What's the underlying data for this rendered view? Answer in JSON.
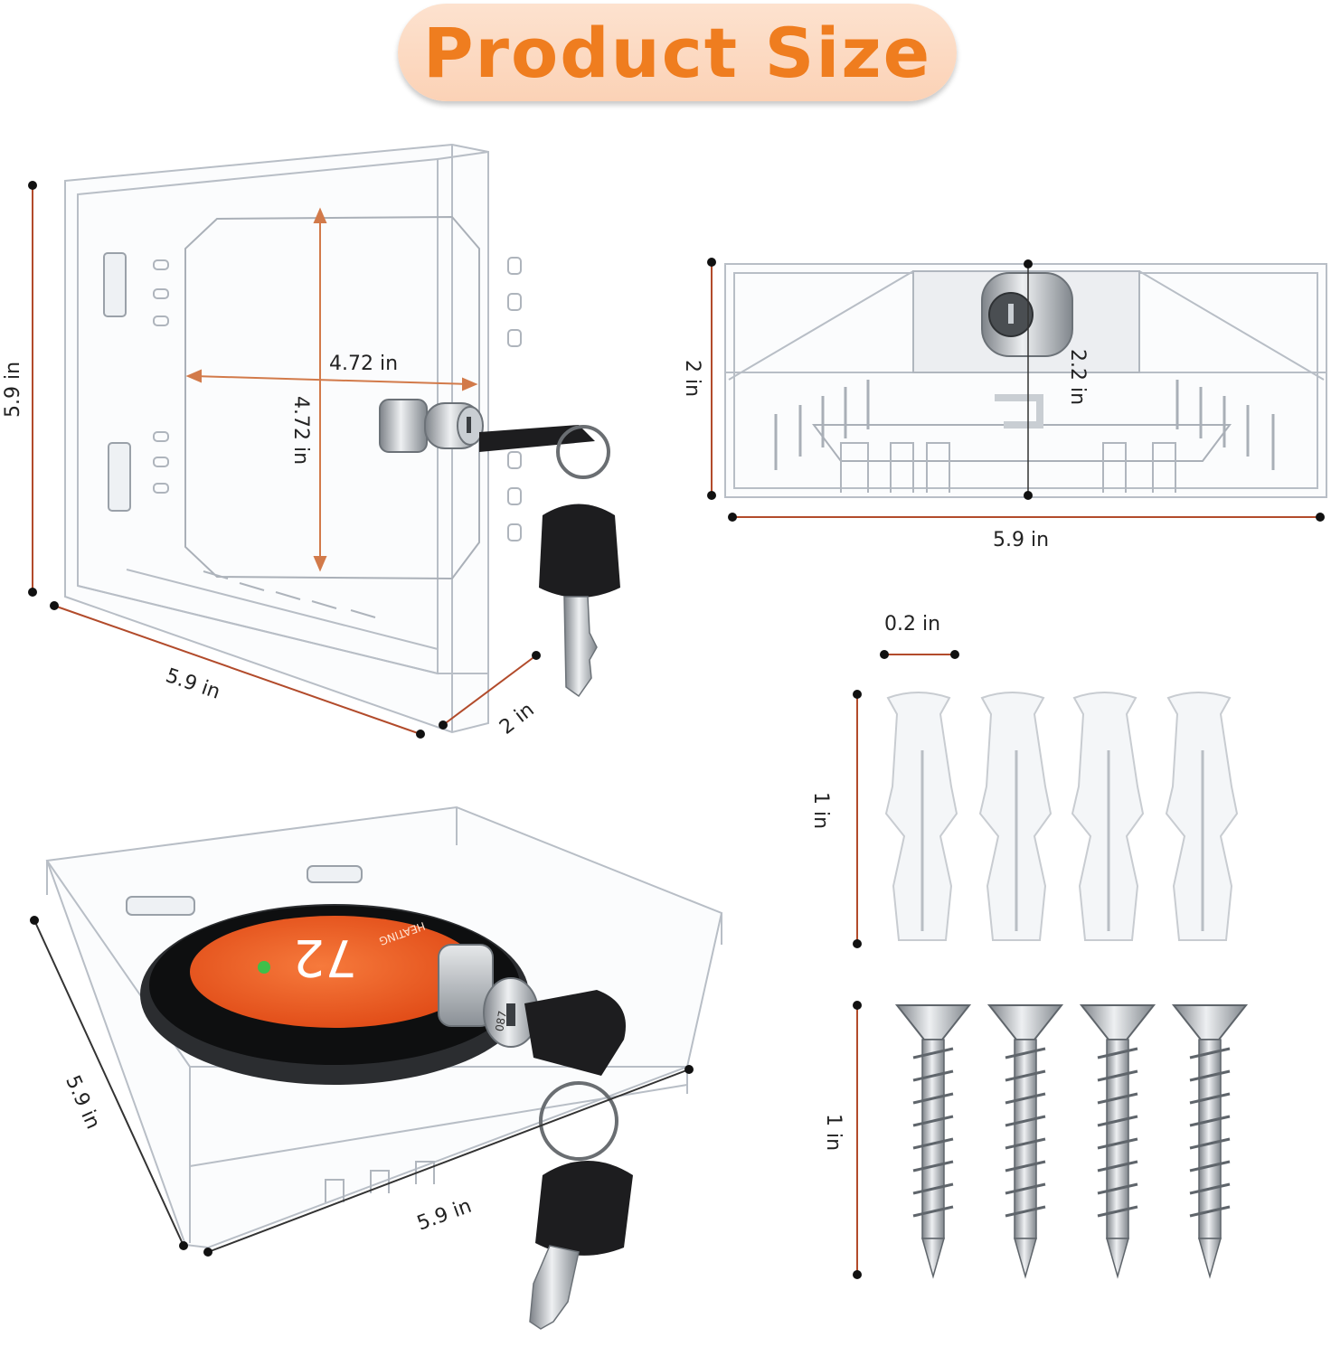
{
  "header": {
    "title": "Product Size"
  },
  "colors": {
    "title_text": "#ef7d1f",
    "title_pill": "#fbd6bd",
    "dimension_line": "#b24b2b",
    "inner_arrow": "#d27a4a",
    "acrylic_edge": "#b8bec6",
    "key_black": "#1d1d1f",
    "thermostat_orange": "#f05a22"
  },
  "views": {
    "front": {
      "height": "5.9 in",
      "width": "5.9 in",
      "depth": "2 in",
      "inner_width": "4.72 in",
      "inner_height": "4.72 in"
    },
    "top": {
      "height": "2 in",
      "width": "5.9 in",
      "inner_height": "2.2 in"
    },
    "angled": {
      "depth": "5.9 in",
      "width": "5.9 in"
    },
    "thermostat_display": {
      "reading": "72",
      "mode": "HEATING"
    },
    "lock_code": "087"
  },
  "hardware": {
    "anchors": {
      "diameter": "0.2 in",
      "length": "1 in",
      "count": 4
    },
    "screws": {
      "length": "1 in",
      "count": 4
    }
  }
}
